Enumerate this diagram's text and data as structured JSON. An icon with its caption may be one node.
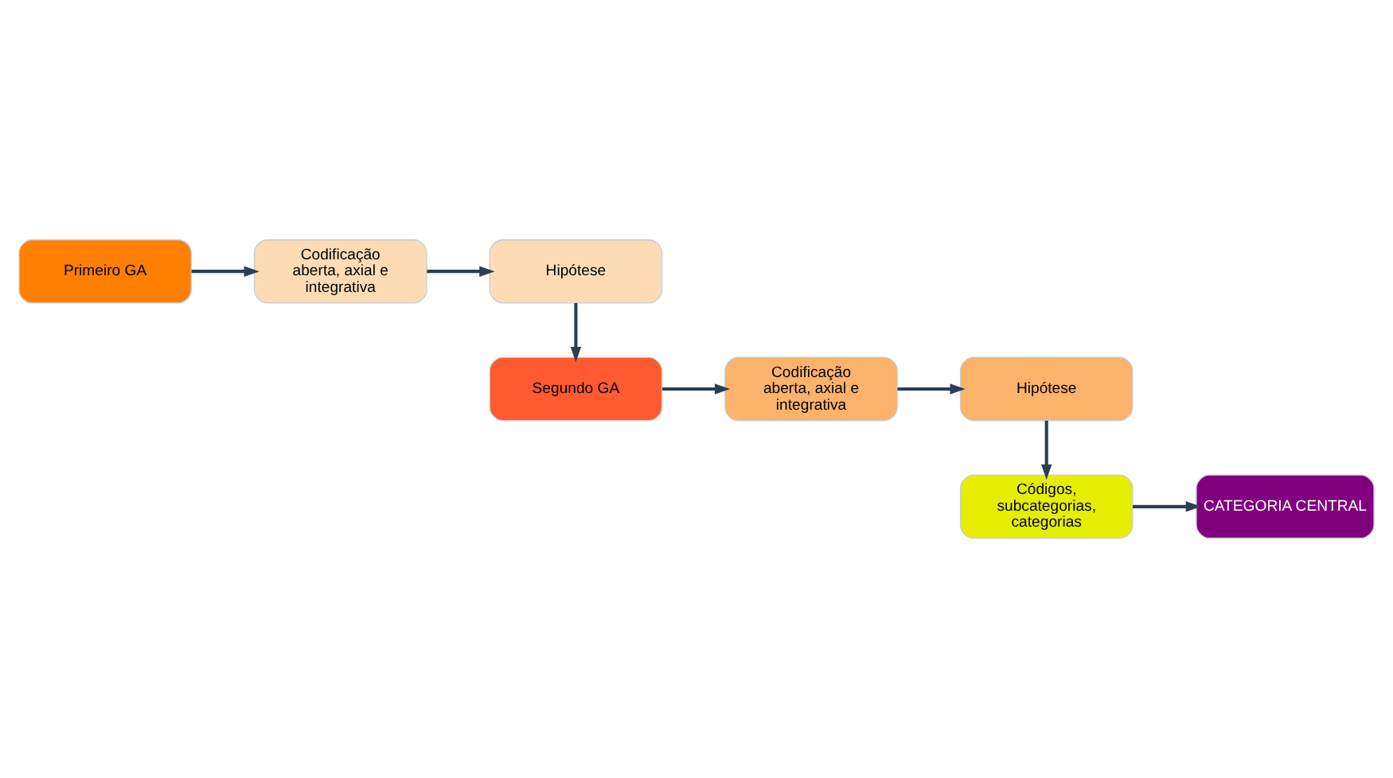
{
  "diagram": {
    "nodes": [
      {
        "text": [
          "Primeiro GA"
        ]
      },
      {
        "text": [
          "Codificação aberta, axial e integrativa"
        ]
      },
      {
        "text": [
          "Hipótese"
        ]
      },
      {
        "text": [
          "Segundo GA"
        ]
      },
      {
        "text": [
          "Codificação aberta, axial e integrativa"
        ]
      },
      {
        "text": [
          "Hipótese"
        ]
      },
      {
        "text": [
          "Códigos, subcategorias, categorias"
        ]
      },
      {
        "text": [
          "CATEGORIA CENTRAL"
        ]
      }
    ],
    "edges": [
      {
        "from": 0,
        "to": 1,
        "arrow": "to"
      },
      {
        "from": 1,
        "to": 2,
        "arrow": "to"
      },
      {
        "from": 2,
        "to": 3,
        "arrow": "to"
      },
      {
        "from": 3,
        "to": 4,
        "arrow": "to"
      },
      {
        "from": 4,
        "to": 5,
        "arrow": "to"
      },
      {
        "from": 5,
        "to": 6,
        "arrow": "to"
      },
      {
        "from": 6,
        "to": 7,
        "arrow": "to"
      }
    ]
  }
}
